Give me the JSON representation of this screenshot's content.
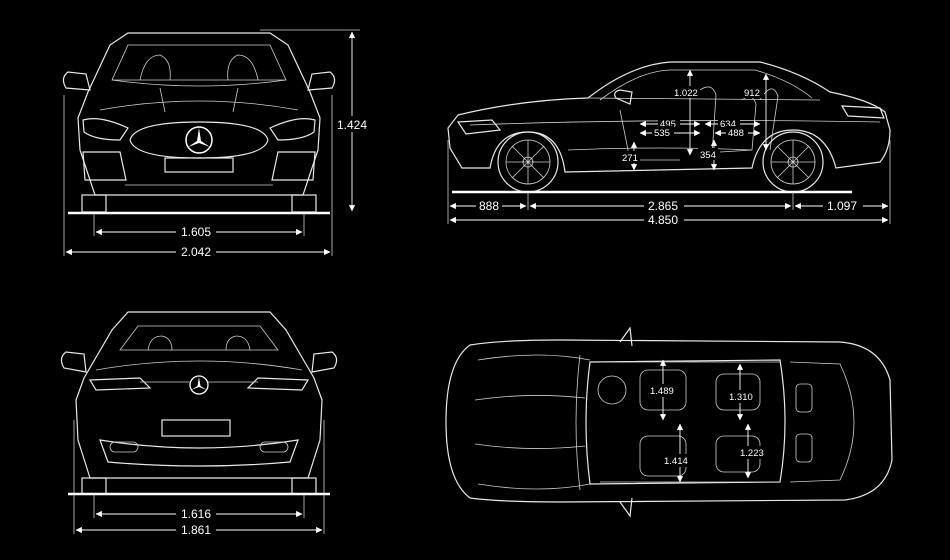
{
  "front_view": {
    "height": "1.424",
    "track": "1.605",
    "width_with_mirrors": "2.042"
  },
  "side_view": {
    "headroom_front": "1.022",
    "headroom_rear": "912",
    "legroom_front": "495",
    "shoulder_front": "535",
    "legroom_rear": "634",
    "shoulder_rear": "488",
    "seat_height_front": "271",
    "seat_height_rear": "354",
    "front_overhang": "888",
    "wheelbase": "2.865",
    "rear_overhang": "1.097",
    "length": "4.850"
  },
  "rear_view": {
    "track": "1.616",
    "width": "1.861"
  },
  "top_view": {
    "front_elbow_width": "1.489",
    "rear_elbow_width": "1.310",
    "front_hip_width": "1.414",
    "rear_hip_width": "1.223"
  }
}
